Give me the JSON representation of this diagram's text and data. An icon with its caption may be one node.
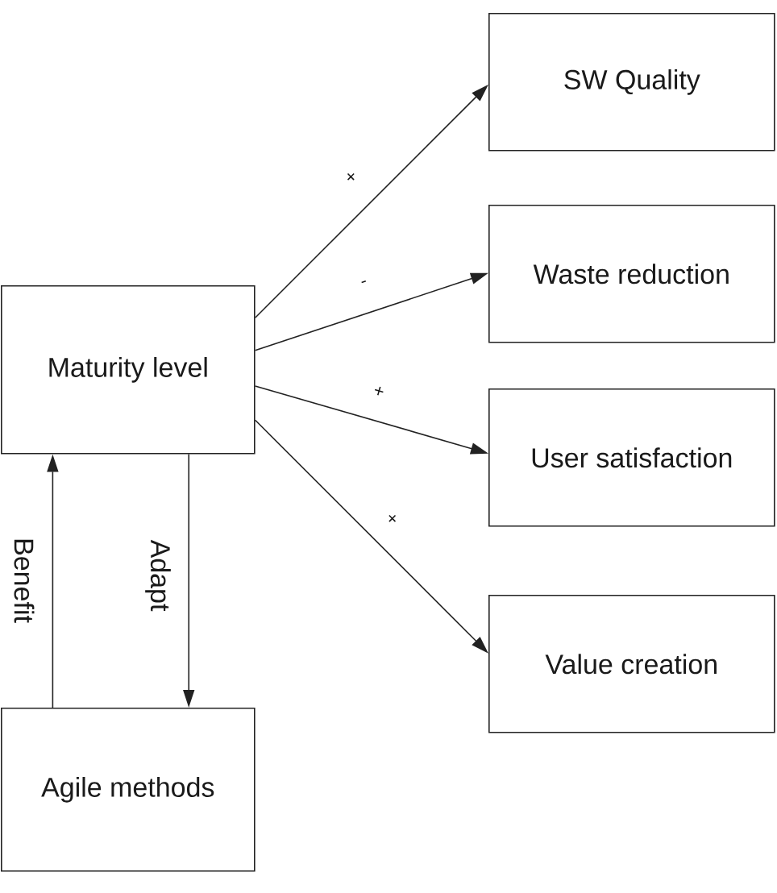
{
  "diagram": {
    "nodes": [
      {
        "text": [
          "Maturity level"
        ]
      },
      {
        "text": [
          "SW Quality"
        ]
      },
      {
        "text": [
          "Waste reduction"
        ]
      },
      {
        "text": [
          "User satisfaction"
        ]
      },
      {
        "text": [
          "Value creation"
        ]
      },
      {
        "text": [
          "Agile methods"
        ]
      }
    ],
    "edges": [
      {
        "from": 0,
        "to": 1,
        "arrow": "to",
        "label": "+"
      },
      {
        "from": 0,
        "to": 2,
        "arrow": "to",
        "label": "-"
      },
      {
        "from": 0,
        "to": 3,
        "arrow": "to",
        "label": "+"
      },
      {
        "from": 0,
        "to": 4,
        "arrow": "to",
        "label": "+"
      },
      {
        "from": 5,
        "to": 0,
        "arrow": "to",
        "label": "Benefit"
      },
      {
        "from": 0,
        "to": 5,
        "arrow": "to",
        "label": "Adapt"
      }
    ]
  }
}
